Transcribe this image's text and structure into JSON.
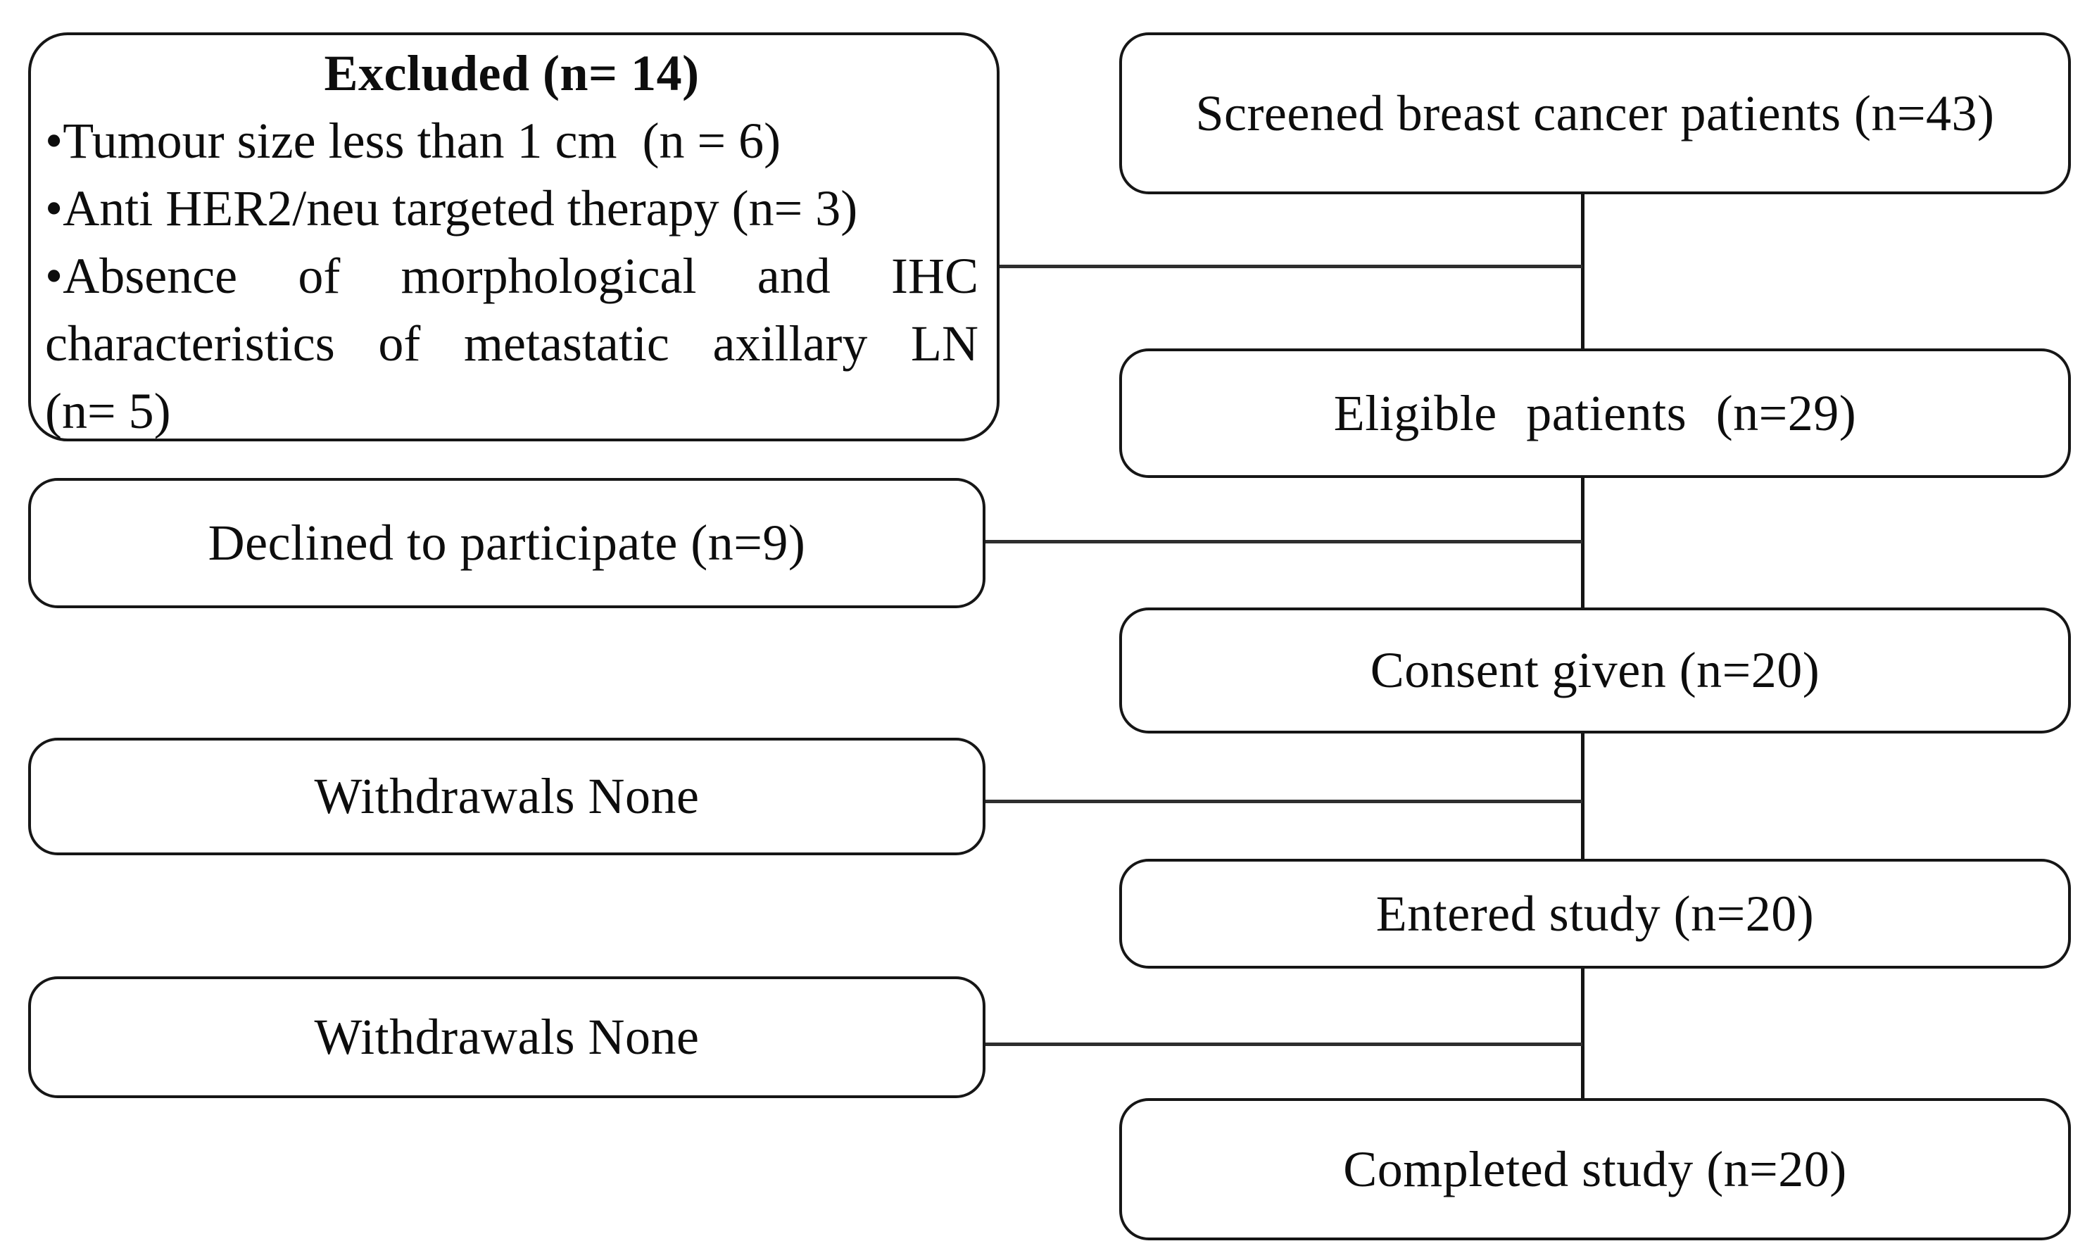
{
  "diagram": {
    "kind": "patient-flow-diagram",
    "colors": {
      "background": "#ffffff",
      "box_border": "#161616",
      "box_fill": "#ffffff",
      "connector_line": "#2e2e2e",
      "text": "#0d0d0d"
    },
    "excluded_box": {
      "title": "Excluded (n= 14)",
      "lines": {
        "bullet1": "•Tumour size less than 1 cm  (n = 6)",
        "bullet2": "•Anti HER2/neu targeted therapy (n= 3)",
        "bullet3_line1": "•Absence of morphological and IHC",
        "bullet3_line2": "characteristics of metastatic axillary LN",
        "bullet3_line3": "(n= 5)"
      }
    },
    "left_boxes": [
      {
        "label": "Declined to participate (n=9)"
      },
      {
        "label": "Withdrawals None"
      },
      {
        "label": "Withdrawals None"
      }
    ],
    "right_boxes": [
      {
        "label": "Screened breast cancer patients (n=43)"
      },
      {
        "label": "Eligible patients (n=29)"
      },
      {
        "label": "Consent given (n=20)"
      },
      {
        "label": "Entered study (n=20)"
      },
      {
        "label": "Completed study (n=20)"
      }
    ]
  }
}
